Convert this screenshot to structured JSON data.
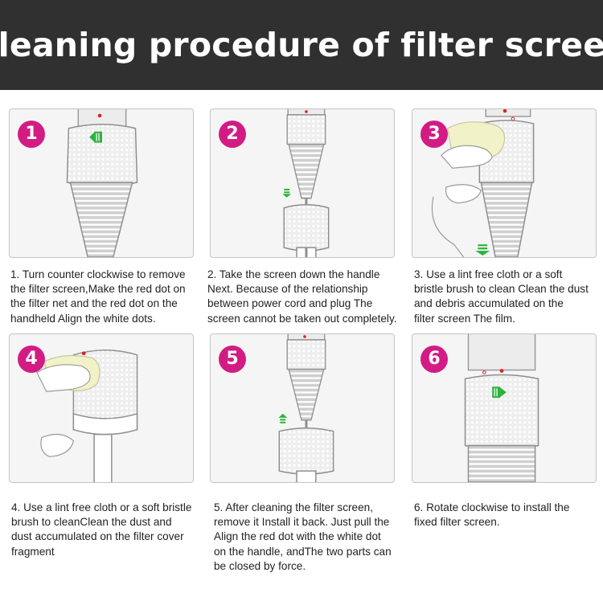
{
  "title": "Cleaning procedure of filter screen",
  "colors": {
    "banner_bg": "#303030",
    "badge": "#d21c84",
    "arrow_green": "#2ab33a",
    "dot_red": "#e02020"
  },
  "steps": [
    {
      "number": "1",
      "caption": "1. Turn counter clockwise to remove\nthe filter screen,Make the red dot on\nthe filter net and the red dot on the\nhandheld Align the white dots."
    },
    {
      "number": "2",
      "caption": "2. Take the screen down the handle\nNext. Because of the relationship\nbetween power cord and plug The\nscreen cannot be taken out completely."
    },
    {
      "number": "3",
      "caption": "3. Use a lint free cloth or a soft\nbristle brush to clean Clean the dust\n and debris accumulated on the\nfilter screen The film."
    },
    {
      "number": "4",
      "caption": "4. Use a lint free cloth or a soft bristle\nbrush to cleanClean the dust and\ndust accumulated on the filter cover\nfragment"
    },
    {
      "number": "5",
      "caption": "5. After cleaning the filter screen,\nremove it Install it back. Just pull the\nAlign the red dot with the white dot\non the handle, andThe two parts can\nbe closed by force."
    },
    {
      "number": "6",
      "caption": "6. Rotate clockwise to install the\n fixed filter screen."
    }
  ]
}
